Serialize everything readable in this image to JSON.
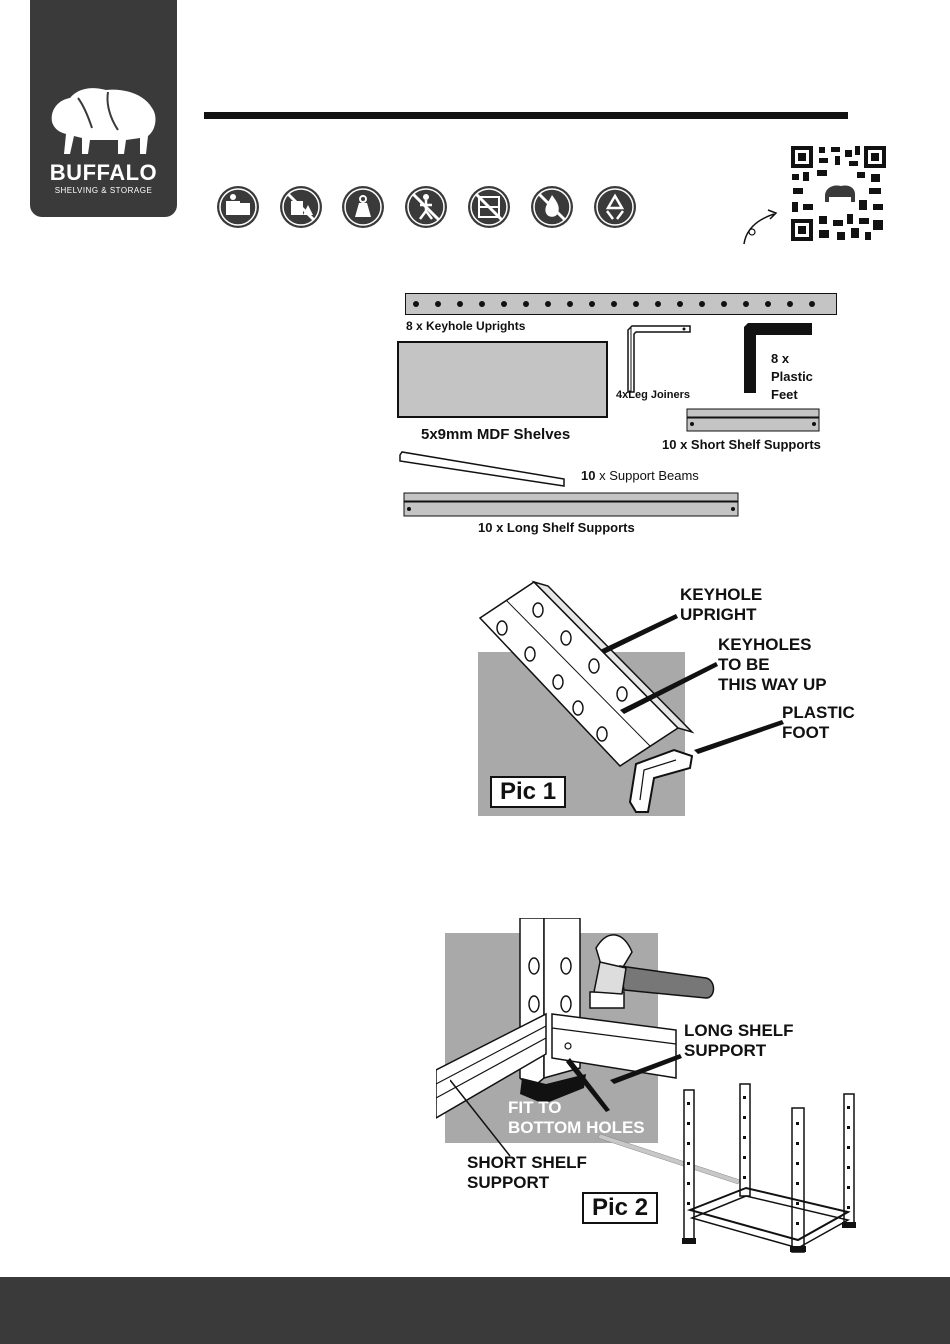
{
  "brand": {
    "name": "BUFFALO",
    "tagline": "SHELVING & STORAGE"
  },
  "safety_icons": [
    "read-manual-icon",
    "no-uneven-floor-icon",
    "max-load-icon",
    "no-climbing-icon",
    "no-children-icon",
    "no-fire-icon",
    "recycle-icon"
  ],
  "components": {
    "uprights": "8 x Keyhole Uprights",
    "leg_joiners": "4xLeg Joiners",
    "feet": [
      "8 x",
      "Plastic",
      "Feet"
    ],
    "shelves": "5x9mm MDF Shelves",
    "short_supports": "10 x Short Shelf Supports",
    "beams_count": "10",
    "beams_text": "x Support Beams",
    "long_supports": "10 x Long Shelf Supports"
  },
  "pic1": {
    "label": "Pic 1",
    "callouts": {
      "upright": [
        "KEYHOLE",
        "UPRIGHT"
      ],
      "keyholes": [
        "KEYHOLES",
        "TO BE",
        "THIS WAY UP"
      ],
      "foot": [
        "PLASTIC",
        "FOOT"
      ]
    }
  },
  "pic2": {
    "label": "Pic 2",
    "callouts": {
      "long_support": [
        "LONG SHELF",
        "SUPPORT"
      ],
      "fit": [
        "FIT TO",
        "BOTTOM HOLES"
      ],
      "short_support": [
        "SHORT SHELF",
        "SUPPORT"
      ]
    }
  },
  "colors": {
    "dark_panel": "#3a3a3a",
    "gray_bg": "#a9a9a9",
    "light_gray": "#c4c4c4"
  }
}
